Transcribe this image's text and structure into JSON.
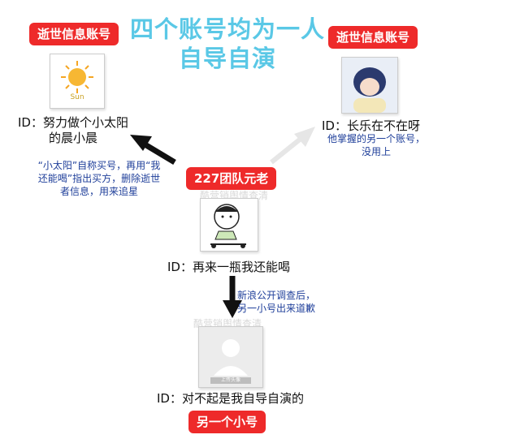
{
  "title": {
    "line1": "四个账号均为一人",
    "line2": "自导自演"
  },
  "accounts": {
    "top_left": {
      "badge": "逝世信息账号",
      "id_line1": "ID：努力做个小太阳",
      "id_line2": "的晨小晨",
      "avatar_caption": "Sun"
    },
    "top_right": {
      "badge": "逝世信息账号",
      "id_line1": "ID：长乐在不在呀",
      "note_line1": "他掌握的另一个账号，",
      "note_line2": "没用上"
    },
    "center": {
      "badge": "227团队元老",
      "id_line1": "ID：再来一瓶我还能喝"
    },
    "bottom": {
      "badge": "另一个小号",
      "id_line1": "ID：对不起是我自导自演的",
      "avatar_caption": "上传头像"
    }
  },
  "notes": {
    "left_line1": "“小太阳”自称买号，再用“我",
    "left_line2": "还能喝”指出买方，删除逝世",
    "left_line3": "者信息，用来追星",
    "down_line1": "新浪公开调查后，",
    "down_line2": "另一小号出来道歉"
  },
  "watermarks": {
    "mid": "酷营销舆情查清",
    "lower": "酷营销舆情查清"
  },
  "colors": {
    "title": "#5ac8e6",
    "badge": "#ee2a2a",
    "note": "#1f3f9a",
    "arrow_dark": "#111111",
    "arrow_light": "#e6e6e6"
  }
}
